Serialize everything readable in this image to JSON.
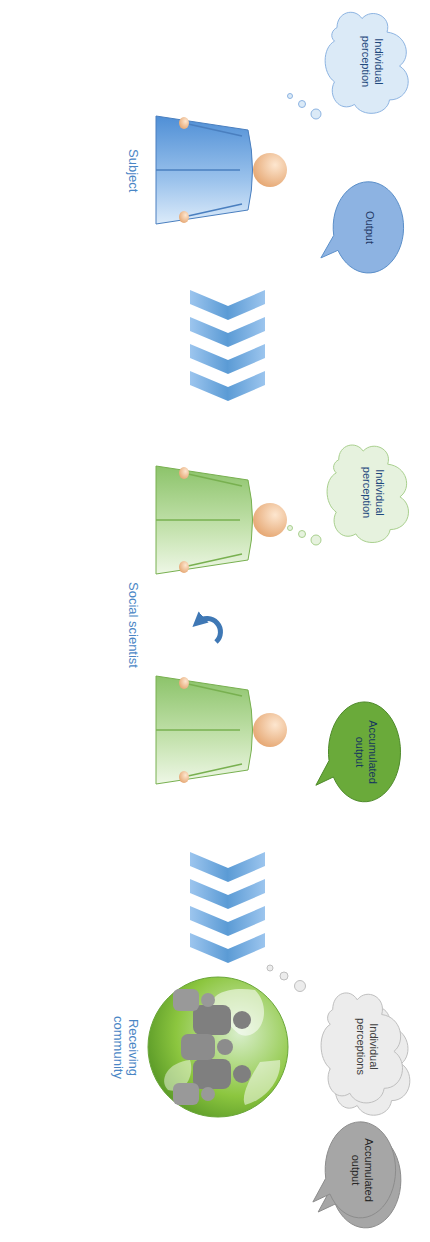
{
  "diagram": {
    "nodes": [
      {
        "text": [
          "Individual perception"
        ]
      },
      {
        "text": [
          "Output"
        ]
      },
      {
        "text": [
          "Individual perception"
        ]
      },
      {
        "text": [
          "Accumulated output"
        ]
      },
      {
        "text": [
          "Individual perceptions"
        ]
      },
      {
        "text": [
          "Accumulated output"
        ]
      }
    ],
    "labels": [
      "Subject",
      "Social scientist",
      "Receiving community"
    ]
  }
}
